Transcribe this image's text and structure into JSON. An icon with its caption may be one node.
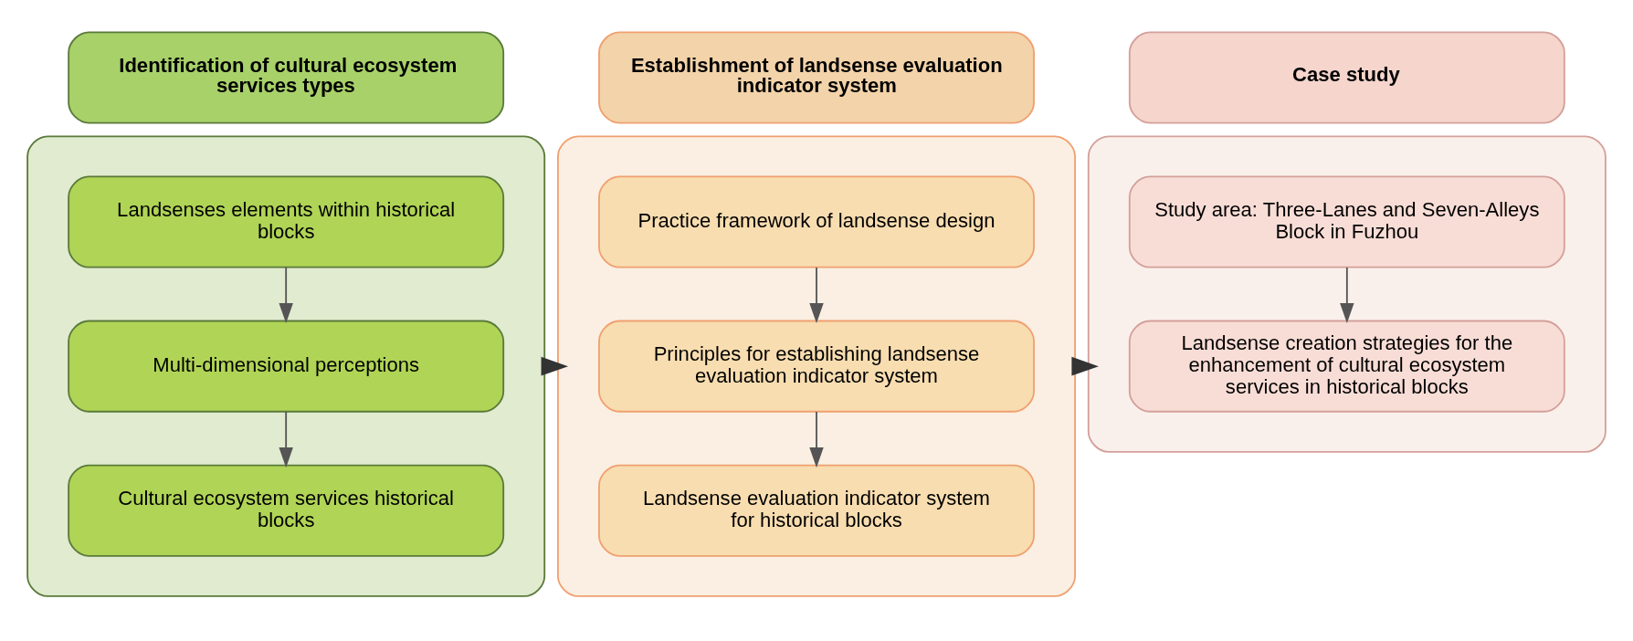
{
  "diagram": {
    "nodes": [
      {
        "text": [
          "Identification of cultural ecosystem services types"
        ]
      },
      {
        "text": [
          "Establishment of landsense evaluation indicator system"
        ]
      },
      {
        "text": [
          "Case study"
        ]
      },
      {
        "text": [],
        "shape": "box"
      },
      {
        "text": [
          "Landsenses elements within historical blocks"
        ],
        "in": 3
      },
      {
        "text": [
          "Multi-dimensional perceptions"
        ],
        "in": 3
      },
      {
        "text": [
          "Cultural ecosystem services historical blocks"
        ],
        "in": 3
      },
      {
        "text": [],
        "shape": "box"
      },
      {
        "text": [
          "Practice framework of landsense design"
        ],
        "in": 7
      },
      {
        "text": [
          "Principles for establishing landsense evaluation indicator system"
        ],
        "in": 7
      },
      {
        "text": [
          "Landsense evaluation indicator system for historical blocks"
        ],
        "in": 7
      },
      {
        "text": [],
        "shape": "box"
      },
      {
        "text": [
          "Study area: Three-Lanes and Seven-Alleys Block in Fuzhou"
        ],
        "in": 11
      },
      {
        "text": [
          "Landsense creation strategies for the enhancement of cultural ecosystem services in historical blocks"
        ],
        "in": 11
      }
    ],
    "edges": [
      {
        "from": 4,
        "to": 5,
        "arrow": "to"
      },
      {
        "from": 5,
        "to": 6,
        "arrow": "to"
      },
      {
        "from": 8,
        "to": 9,
        "arrow": "to"
      },
      {
        "from": 9,
        "to": 10,
        "arrow": "to"
      },
      {
        "from": 12,
        "to": 13,
        "arrow": "to"
      },
      {
        "from": 3,
        "to": 7,
        "arrow": "to",
        "style": "thick"
      },
      {
        "from": 7,
        "to": 11,
        "arrow": "to",
        "style": "thick"
      }
    ]
  }
}
